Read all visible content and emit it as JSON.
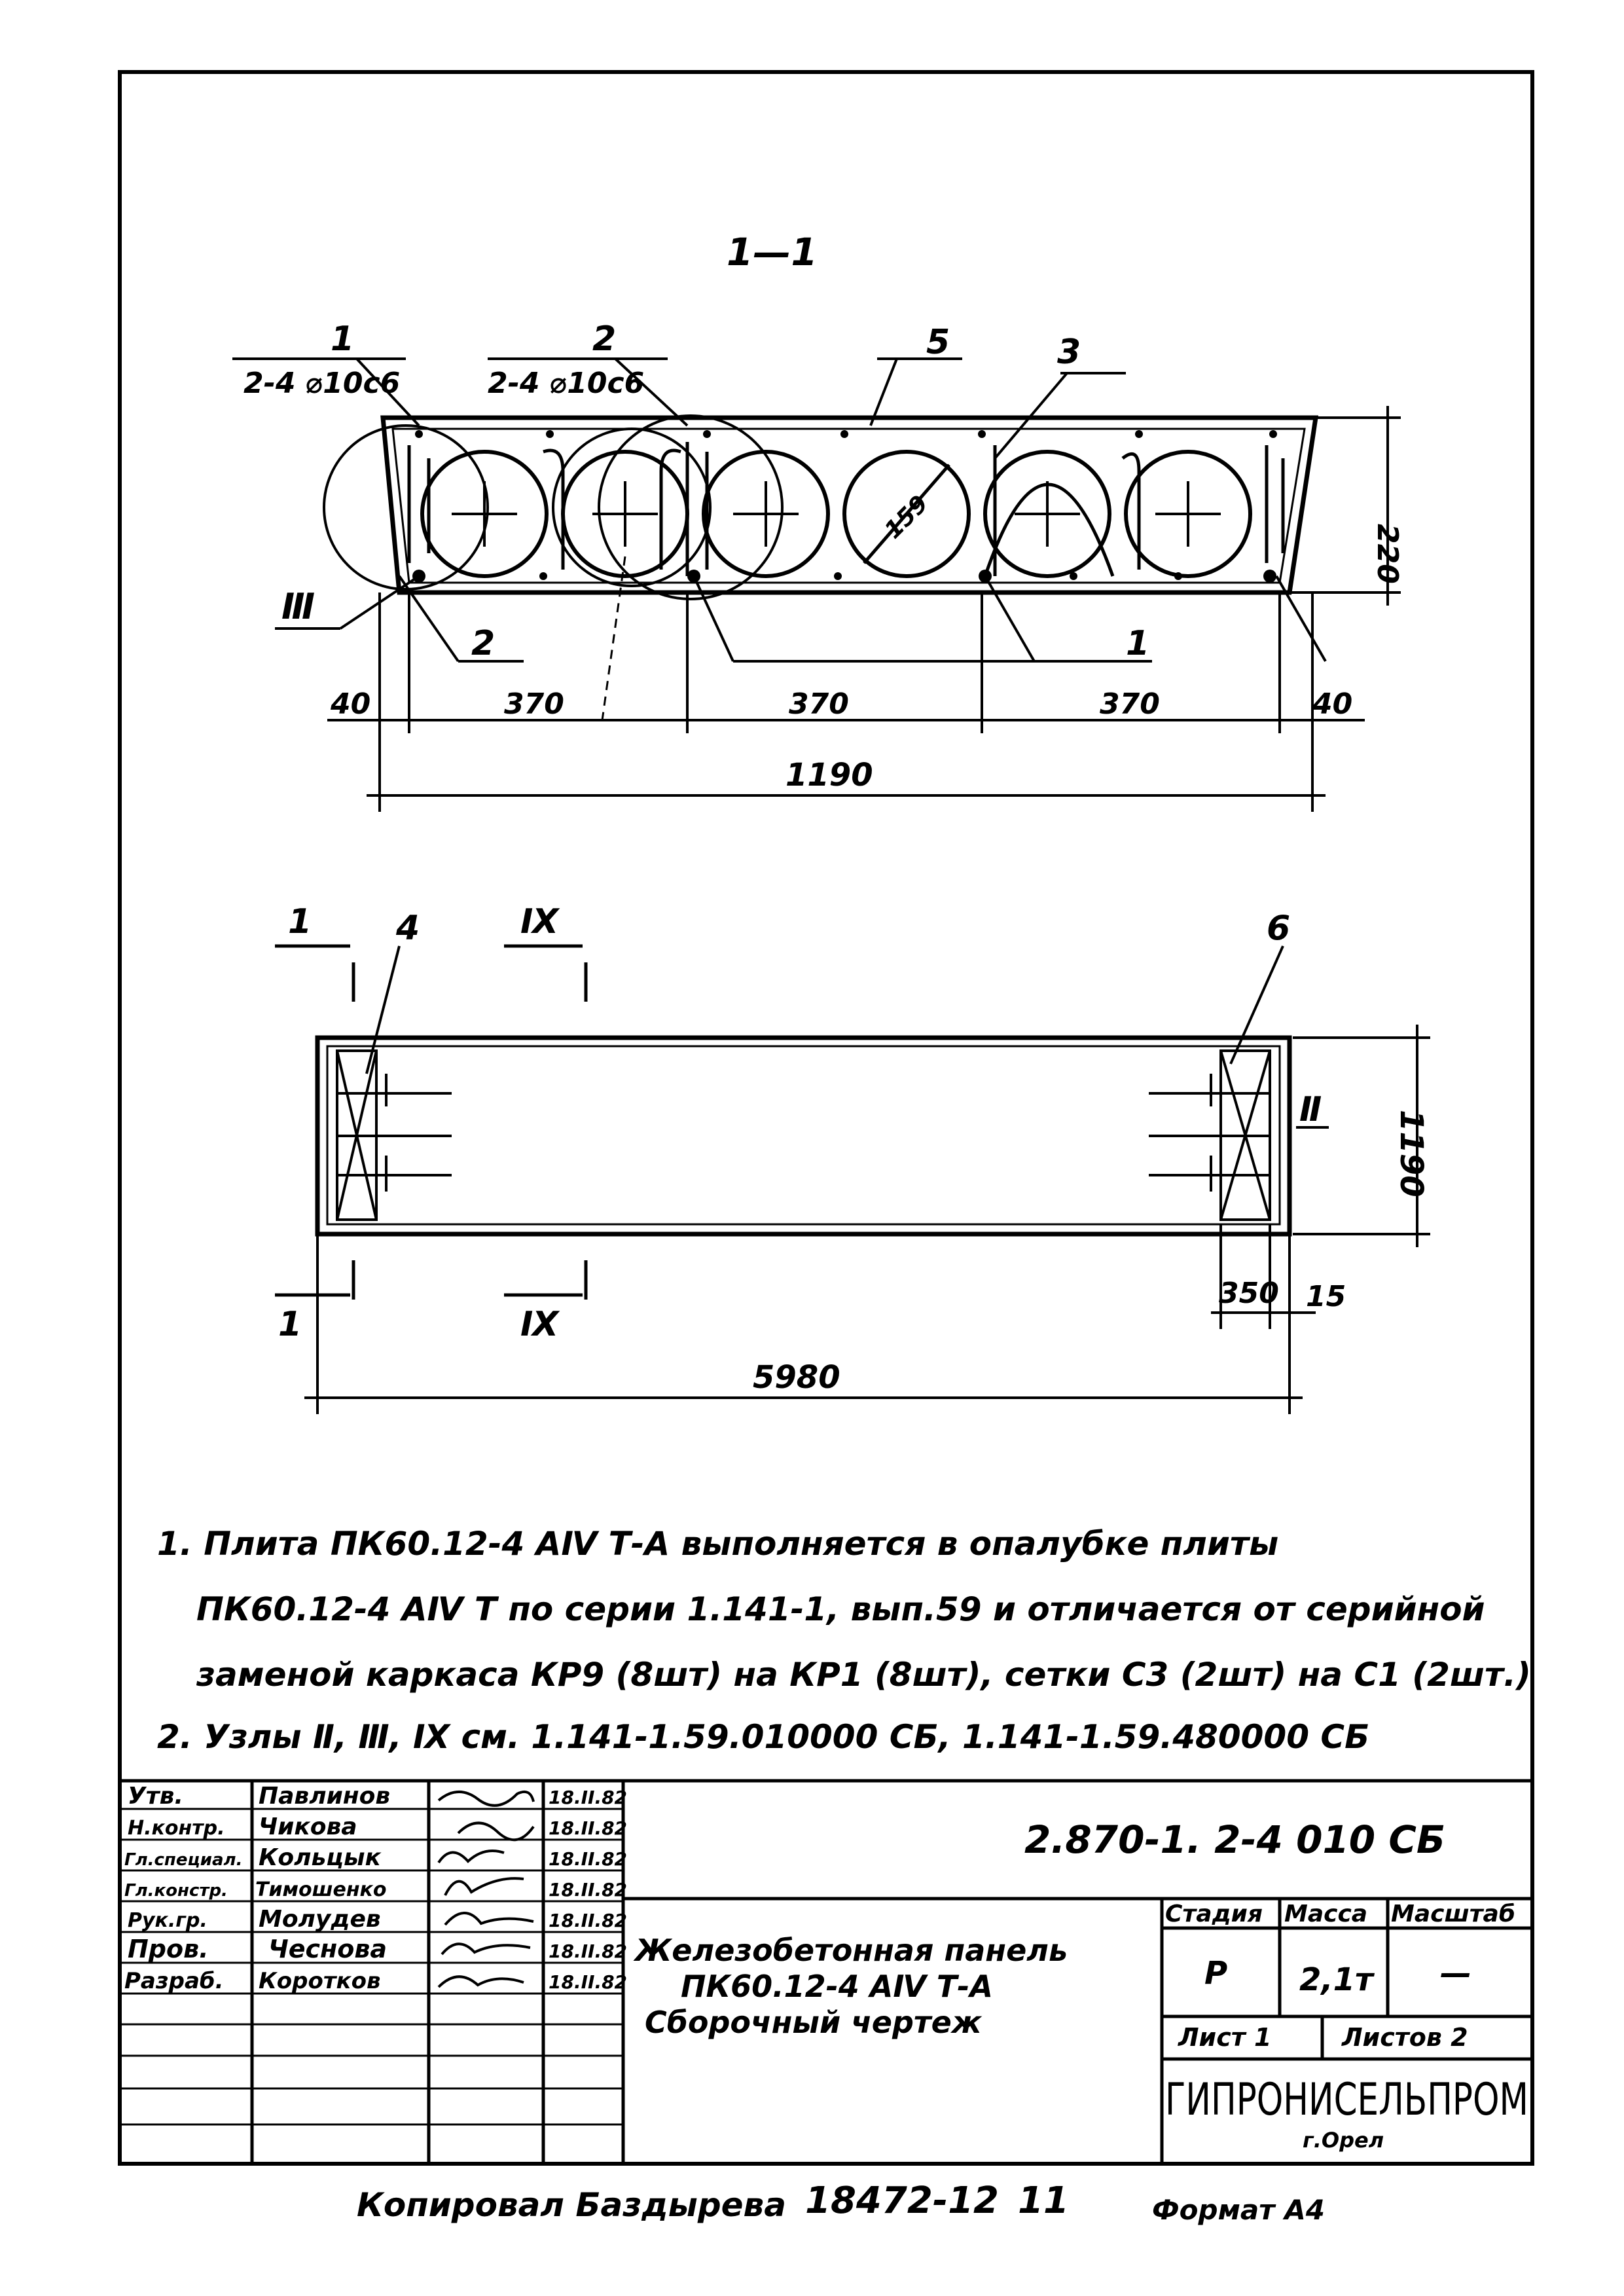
{
  "drawing": {
    "section_title": "1—1",
    "section": {
      "callouts": [
        "1",
        "2-4 ⌀10с6",
        "2",
        "2-4 ⌀10с6",
        "5",
        "3"
      ],
      "node_marks": [
        "Ⅲ",
        "2",
        "1"
      ],
      "pipe_dim": "159",
      "height_dim": "220",
      "dims": [
        "40",
        "370",
        "370",
        "370",
        "40"
      ],
      "total_width": "1190"
    },
    "plan": {
      "cut_marks": [
        "1",
        "1",
        "Ⅸ",
        "Ⅸ"
      ],
      "callouts": [
        "4",
        "6"
      ],
      "node_mark": "Ⅱ",
      "width_dim": "1190",
      "end_dims": [
        "350",
        "15"
      ],
      "total_length": "5980"
    }
  },
  "notes": [
    "1. Плита  ПК60.12-4 АⅣ Т-А     выполняется  в  опалубке  плиты",
    "ПК60.12-4 АⅣ Т  по серии 1.141-1, вып.59  и  отличается  от серийной",
    "заменой  каркаса КР9 (8шт) на КР1 (8шт), сетки С3 (2шт) на С1 (2шт.)",
    "2.  Узлы    Ⅱ, Ⅲ, Ⅸ    см.  1.141-1.59.010000 СБ,  1.141-1.59.480000 СБ"
  ],
  "title_block": {
    "signatures": [
      {
        "role": "Утв.",
        "name": "Павлинов",
        "date": "18.II.82"
      },
      {
        "role": "Н.контр.",
        "name": "Чикова",
        "date": "18.II.82"
      },
      {
        "role": "Гл.специал.",
        "name": "Кольцык",
        "date": "18.II.82"
      },
      {
        "role": "Гл.констр.",
        "name": "Тимошенко",
        "date": "18.II.82"
      },
      {
        "role": "Рук.гр.",
        "name": "Молудев",
        "date": "18.II.82"
      },
      {
        "role": "Пров.",
        "name": "Чеснова",
        "date": "18.II.82"
      },
      {
        "role": "Разраб.",
        "name": "Коротков",
        "date": "18.II.82"
      }
    ],
    "document_code": "2.870-1. 2-4 010 СБ",
    "product_name": [
      "Железобетонная  панель",
      "ПК60.12-4 АⅣ Т-А",
      "Сборочный  чертеж"
    ],
    "headers": {
      "stage": "Стадия",
      "mass": "Масса",
      "scale": "Масштаб"
    },
    "values": {
      "stage": "Р",
      "mass": "2,1т",
      "scale": "—"
    },
    "sheet": "Лист 1",
    "sheets": "Листов 2",
    "organization": "ГИПРОНИСЕЛЬПРОМ",
    "city": "г.Орел"
  },
  "footer": {
    "copied_by": "Копировал  Баздырева",
    "number": "18472-12",
    "sheet_no": "11",
    "format": "Формат А4"
  }
}
